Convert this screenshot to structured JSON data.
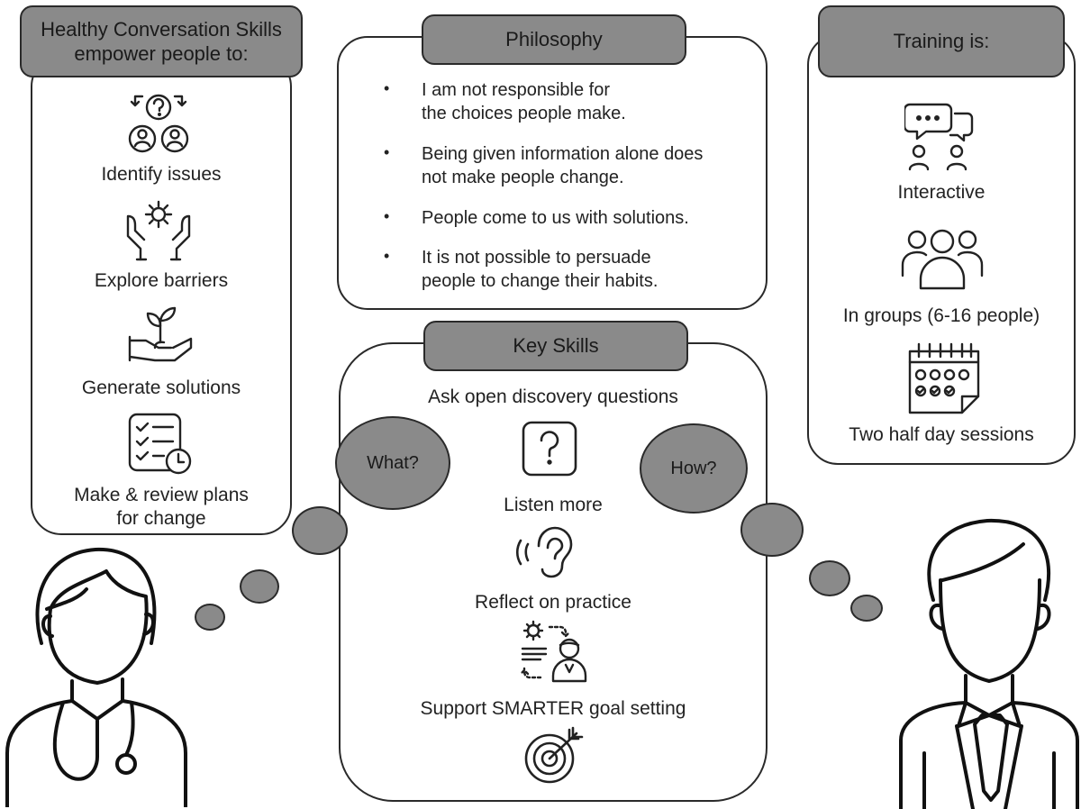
{
  "left": {
    "title": "Healthy Conversation Skills empower people to:",
    "items": [
      {
        "label": "Identify issues",
        "icon": "question-people-icon"
      },
      {
        "label": "Explore barriers",
        "icon": "hands-gear-icon"
      },
      {
        "label": "Generate solutions",
        "icon": "hand-plant-icon"
      },
      {
        "label": "Make & review plans for change",
        "icon": "checklist-clock-icon"
      }
    ]
  },
  "philosophy": {
    "title": "Philosophy",
    "bullets": [
      "I am not responsible for the choices people make.",
      "Being given information alone does not make people change.",
      "People come to us with solutions.",
      "It is not possible to persuade people to change their habits."
    ]
  },
  "training": {
    "title": "Training is:",
    "items": [
      {
        "label": "Interactive",
        "icon": "chat-people-icon"
      },
      {
        "label": "In groups (6-16 people)",
        "icon": "group-icon"
      },
      {
        "label": "Two half day sessions",
        "icon": "calendar-icon"
      }
    ]
  },
  "key_skills": {
    "title": "Key Skills",
    "items": [
      {
        "label": "Ask open discovery questions",
        "icon": "question-box-icon"
      },
      {
        "label": "Listen more",
        "icon": "ear-icon"
      },
      {
        "label": "Reflect on practice",
        "icon": "reflect-icon"
      },
      {
        "label": "Support SMARTER goal setting",
        "icon": "target-icon"
      }
    ]
  },
  "bubbles": {
    "what": "What?",
    "how": "How?"
  },
  "colors": {
    "header_fill": "#8a8a8a",
    "outline": "#2a2a2a",
    "background": "#ffffff"
  }
}
